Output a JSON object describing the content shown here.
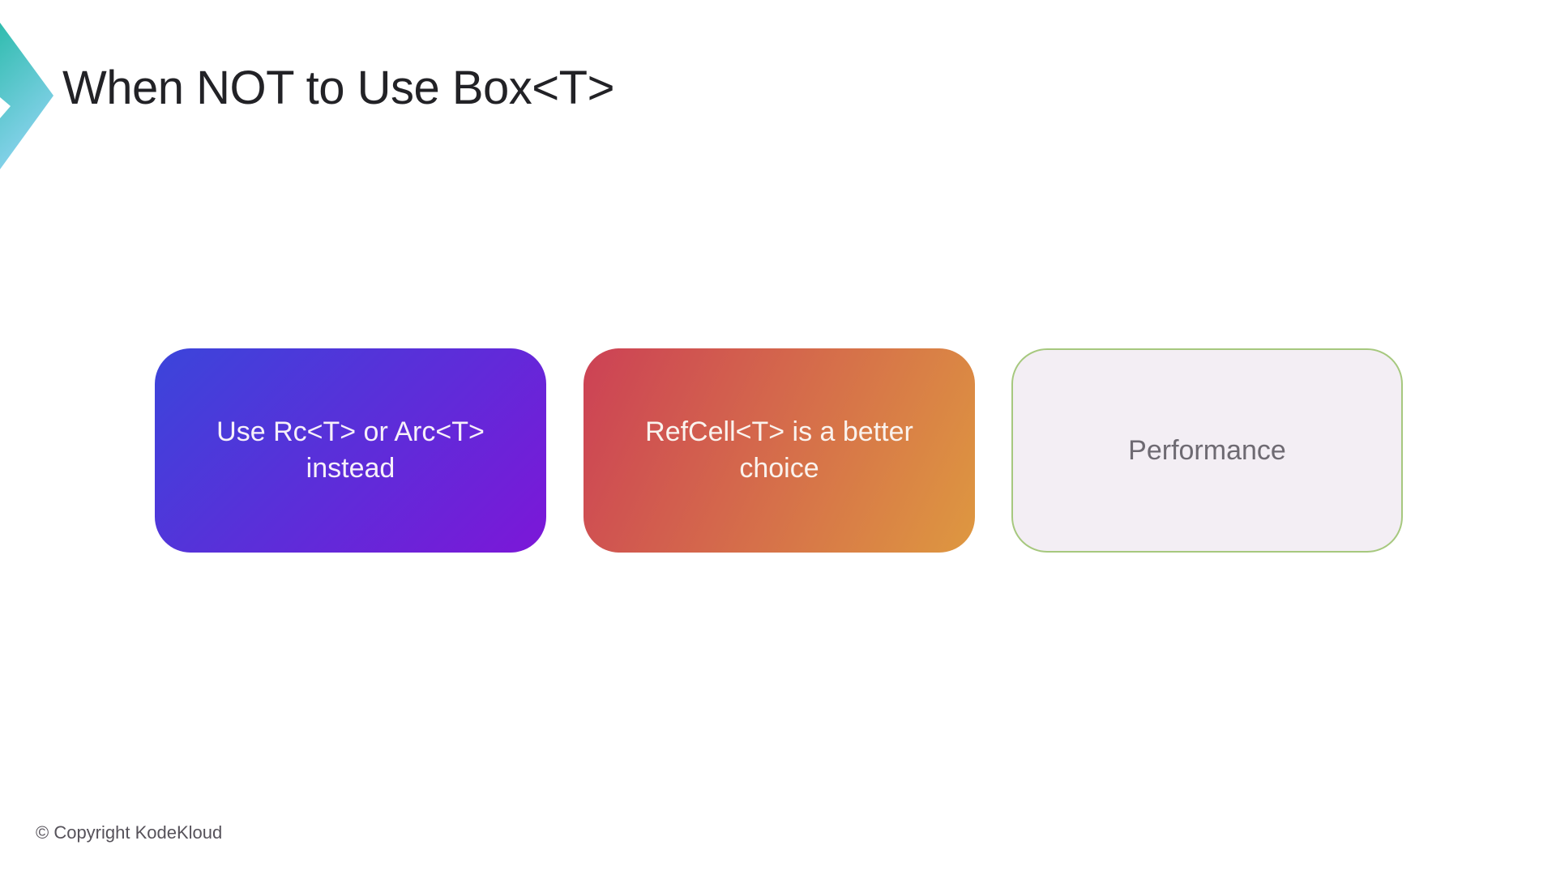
{
  "slide": {
    "title": "When NOT to Use Box<T>",
    "footer": "© Copyright KodeKloud",
    "logo": {
      "icon": "kodekloud-chevron-logo",
      "gradient_top": "#30bcae",
      "gradient_bottom": "#8cd3ef"
    },
    "cards": [
      {
        "label": "Use Rc<T> or Arc<T>\ninstead",
        "gradient_start": "#3b45da",
        "gradient_end": "#7c17d8",
        "text_color": "#f7f0fa"
      },
      {
        "label": "RefCell<T> is a better\nchoice",
        "gradient_start": "#cc4155",
        "gradient_end": "#de9840",
        "text_color": "#faf3ee"
      },
      {
        "label": "Performance",
        "background": "#f3eef4",
        "border_color": "#a6c87e",
        "text_color": "#6e6a72"
      }
    ],
    "colors": {
      "background": "#ffffff",
      "title_text": "#222226",
      "footer_text": "#56525a"
    }
  }
}
